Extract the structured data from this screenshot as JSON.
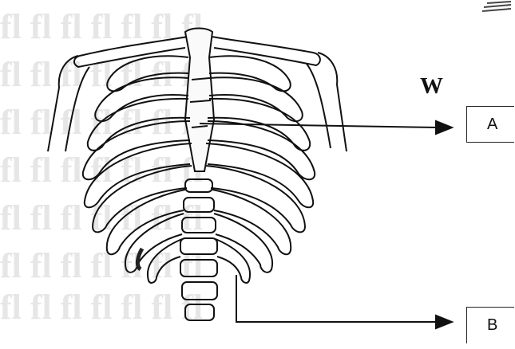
{
  "figure": {
    "title": "W",
    "labels": [
      {
        "id": "A",
        "text": "A"
      },
      {
        "id": "B",
        "text": "B"
      }
    ],
    "subject": "rib cage skeleton illustration",
    "watermark": "fl"
  },
  "colors": {
    "ink": "#111111",
    "watermark": "#e4e4e4",
    "background": "#ffffff"
  }
}
